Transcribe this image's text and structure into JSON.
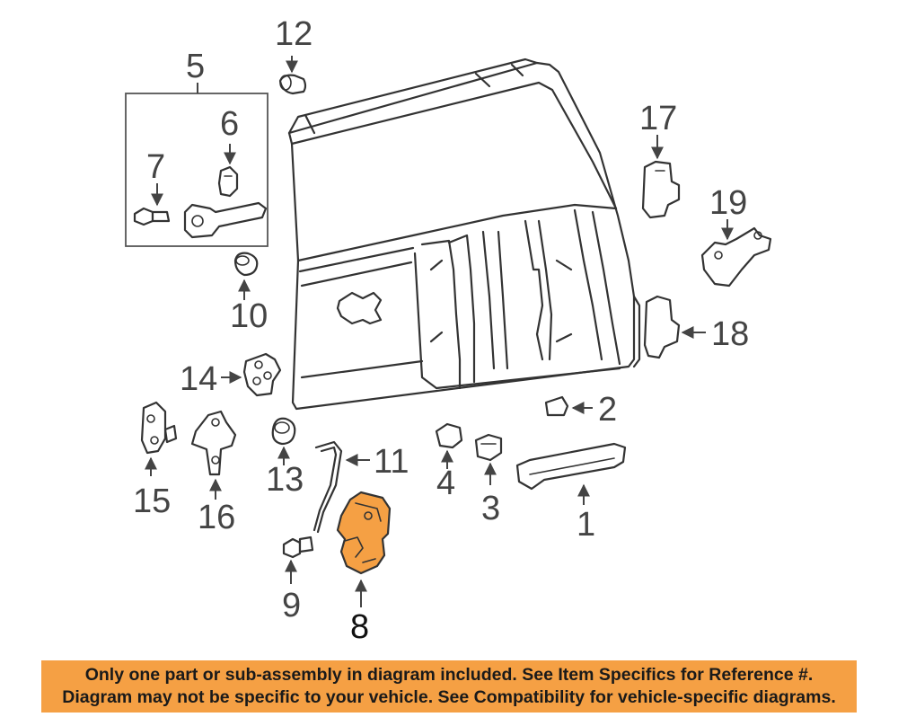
{
  "diagram": {
    "highlighted_part": "8",
    "highlight_color": "#f5a044",
    "callouts": [
      "1",
      "2",
      "3",
      "4",
      "5",
      "6",
      "7",
      "8",
      "9",
      "10",
      "11",
      "12",
      "13",
      "14",
      "15",
      "16",
      "17",
      "18",
      "19"
    ]
  },
  "banner": {
    "line1": "Only one part or sub-assembly in diagram included. See Item Specifics for Reference #.",
    "line2": "Diagram may not be specific to your vehicle. See Compatibility for vehicle-specific diagrams.",
    "background": "#f5a044"
  }
}
